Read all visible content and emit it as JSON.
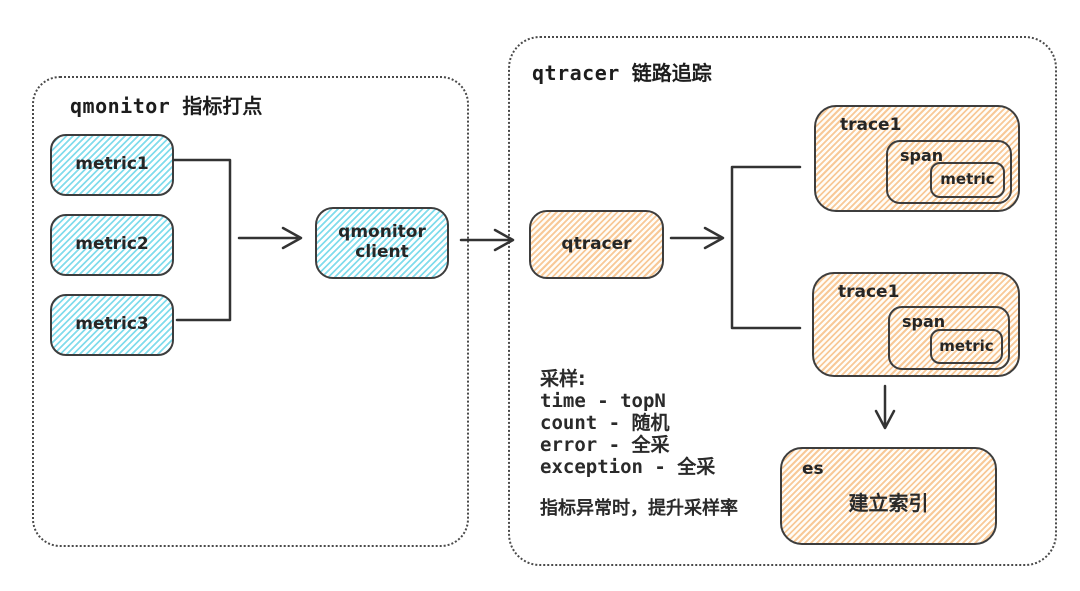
{
  "diagram": {
    "left_panel": {
      "title_en": "qmonitor",
      "title_zh": "指标打点",
      "metric_boxes": [
        "metric1",
        "metric2",
        "metric3"
      ],
      "client_line1": "qmonitor",
      "client_line2": "client"
    },
    "right_panel": {
      "title_en": "qtracer",
      "title_zh": "链路追踪",
      "tracer_label": "qtracer",
      "traces": [
        {
          "label": "trace1",
          "span": "span",
          "metric": "metric"
        },
        {
          "label": "trace1",
          "span": "span",
          "metric": "metric"
        }
      ],
      "es_label": "es",
      "es_text": "建立索引",
      "sampling": {
        "heading": "采样:",
        "lines": [
          "time - topN",
          "count - 随机",
          "error - 全采",
          "exception - 全采"
        ],
        "note": "指标异常时，提升采样率"
      }
    },
    "colors": {
      "cyan_hatch": "#82dcec",
      "orange_hatch": "#f8c998",
      "stroke": "#3d3d3d",
      "dotted_border": "#4a4a4a"
    }
  }
}
